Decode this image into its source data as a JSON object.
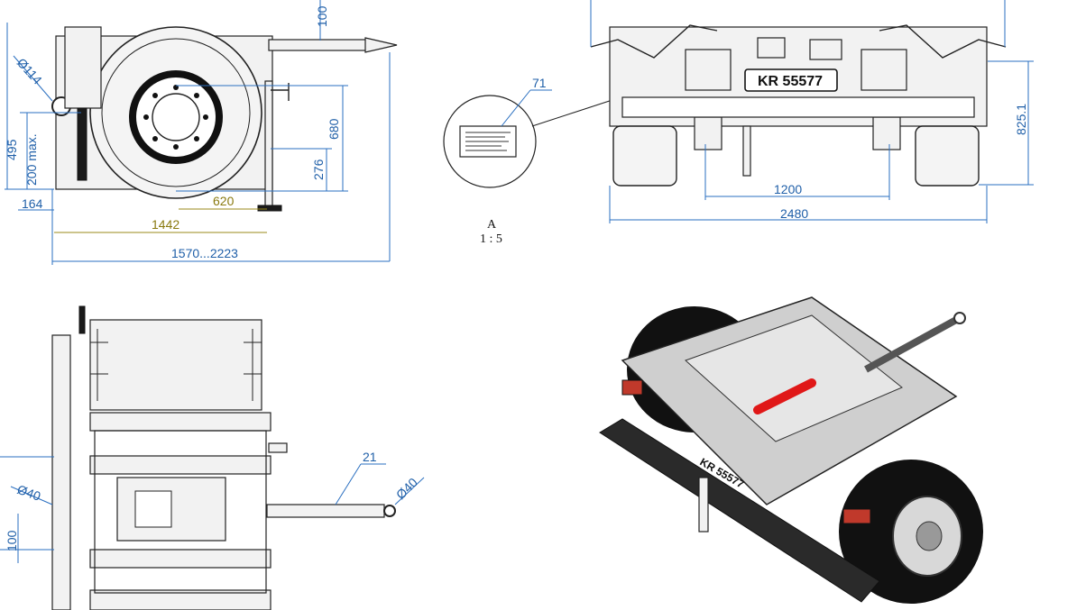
{
  "side_view": {
    "dim_diameter_114": "Ø114",
    "dim_100_top": "100",
    "dim_495": "495",
    "dim_200max": "200 max.",
    "dim_680": "680",
    "dim_276": "276",
    "dim_164": "164",
    "dim_620": "620",
    "dim_1442": "1442",
    "dim_length": "1570...2223"
  },
  "detail": {
    "callout_71": "71",
    "view_label": "A",
    "scale": "1 : 5"
  },
  "rear_view": {
    "plate_text": "KR 55577",
    "dim_1200": "1200",
    "dim_2480": "2480",
    "dim_825": "825.1"
  },
  "top_view": {
    "dim_diameter_40_left": "Ø40",
    "dim_diameter_40_right": "Ø40",
    "dim_100_left": "100",
    "callout_21": "21"
  },
  "iso_view": {
    "plate_text": "KR 55577"
  },
  "colors": {
    "dimension_blue": "#2a6fc0",
    "dimension_olive": "#9a8a18",
    "highlight_red": "#e01818"
  }
}
